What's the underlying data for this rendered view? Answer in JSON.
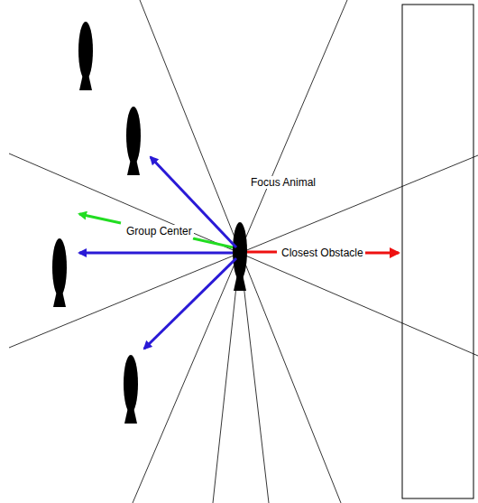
{
  "diagram": {
    "labels": [
      "Focus Animal",
      "Group Center",
      "Closest Obstacle"
    ]
  }
}
